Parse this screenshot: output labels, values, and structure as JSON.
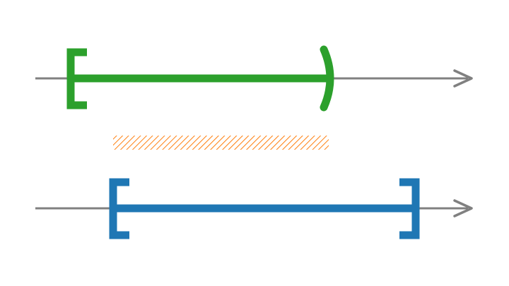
{
  "colors": {
    "background": "#ffffff",
    "axis": "#808080",
    "interval_top": "#2ca02c",
    "interval_bottom": "#1f77b4",
    "overlap": "#ff7f0e"
  },
  "interval_top": {
    "left_endpoint": "closed",
    "right_endpoint": "open"
  },
  "interval_bottom": {
    "left_endpoint": "closed",
    "right_endpoint": "closed"
  },
  "overlap_region": {
    "fill": "hatched"
  }
}
